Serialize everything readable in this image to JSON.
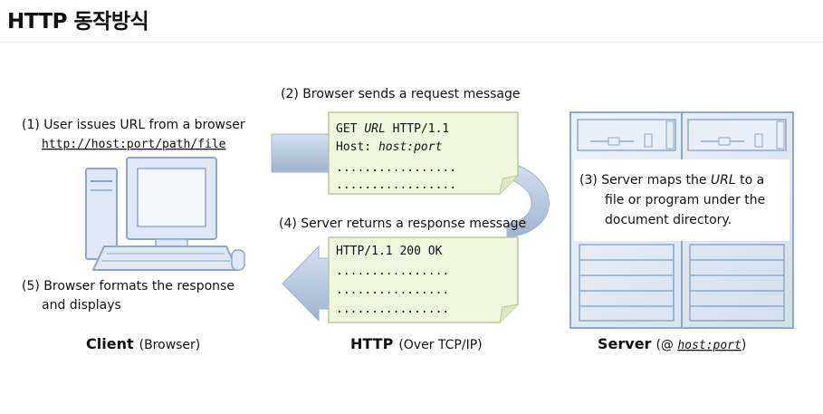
{
  "title": "HTTP 동작방식",
  "client": {
    "step1_line1": "(1) User issues URL from a browser",
    "step1_url": "http://host:port/path/file",
    "step5_line1": "(5) Browser formats the response",
    "step5_line2": "and displays",
    "caption_bold": "Client",
    "caption_rest": "(Browser)"
  },
  "request": {
    "label": "(2) Browser sends a request message",
    "line1_a": "GET ",
    "line1_url": "URL",
    "line1_b": " HTTP/1.1",
    "line2_a": "Host: ",
    "line2_host": "host:port",
    "dots1": ".................",
    "dots2": "................."
  },
  "response": {
    "label": "(4) Server returns a response message",
    "line1": "HTTP/1.1 200 OK",
    "dots1": "................",
    "dots2": "................",
    "dots3": "................"
  },
  "http_caption": {
    "bold": "HTTP",
    "rest": "(Over TCP/IP)"
  },
  "server": {
    "step3_line1a": "(3) Server maps the ",
    "step3_url": "URL",
    "step3_line1b": " to a",
    "step3_line2": "file or program under the",
    "step3_line3": "document directory.",
    "caption_bold": "Server",
    "caption_pre": "(@ ",
    "caption_host": "host:port",
    "caption_post": ")"
  },
  "colors": {
    "note_fill": "#f1f7df",
    "note_stroke": "#b7c99a",
    "computer_fill": "#dfe8f4",
    "computer_stroke": "#8fa8c8",
    "arrow_fill": "#b8c8de"
  }
}
